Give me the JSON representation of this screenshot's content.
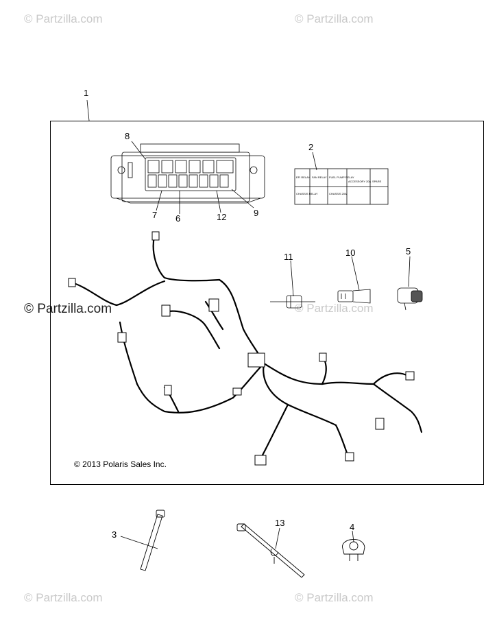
{
  "watermarks": {
    "top_left": "© Partzilla.com",
    "top_right": "© Partzilla.com",
    "mid_left": "© Partzilla.com",
    "mid_right": "© Partzilla.com",
    "bottom_left": "© Partzilla.com",
    "bottom_right": "© Partzilla.com"
  },
  "copyright": "© 2013 Polaris Sales Inc.",
  "callouts": {
    "c1": "1",
    "c2": "2",
    "c3": "3",
    "c4": "4",
    "c5": "5",
    "c6": "6",
    "c7": "7",
    "c8": "8",
    "c9": "9",
    "c10": "10",
    "c11": "11",
    "c12": "12",
    "c13": "13"
  },
  "decal": {
    "efi_relay": "EFI RELAY",
    "fan_relay": "FAN RELAY",
    "fuel_pump_relay": "FUEL PUMP RELAY",
    "chassis_relay": "CHASSIS RELAY",
    "chassis_fuse": "CHASSIS 20A",
    "accessory_fuse": "ACCESSORY 20A",
    "spare": "SPARE"
  }
}
